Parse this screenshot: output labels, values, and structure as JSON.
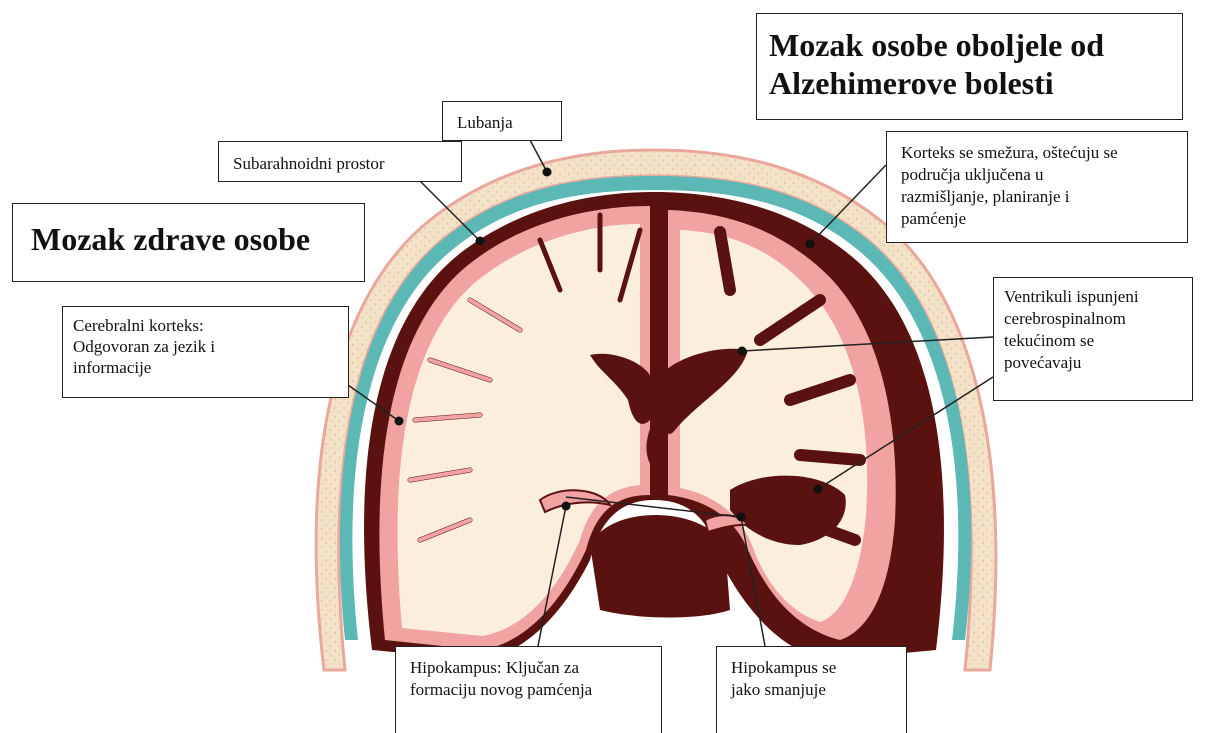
{
  "titles": {
    "healthy": "Mozak zdrave osobe",
    "alzheimer": "Mozak osobe oboljele od\nAlzehimerove bolesti"
  },
  "labels": {
    "lubanja": "Lubanja",
    "subarahnoidni": "Subarahnoidni prostor",
    "cortex_healthy": "Cerebralni korteks:\nOdgovoran za jezik i\ninformacije",
    "cortex_alzheimer": "Korteks se smežura, oštećuju se\npodručja uključena u\nrazmišljanje, planiranje i\npamćenje",
    "ventricles": "Ventrikuli ispunjeni\ncerebrospinalnom\ntekućinom se\npovećavaju",
    "hippocampus_healthy": "Hipokampus: Ključan za\nformaciju novog pamćenja",
    "hippocampus_alzheimer": "Hipokampus se\njako smanjuje"
  },
  "colors": {
    "skull": "#f3e2c8",
    "skull_dots": "#d7bd97",
    "skull_edge": "#e9a79d",
    "csf": "#5bb8b4",
    "cortex_pink": "#f0a3a0",
    "white_matter": "#fbeedd",
    "dark_brown": "#5a1210",
    "atrophy_space": "#6d1a16"
  }
}
